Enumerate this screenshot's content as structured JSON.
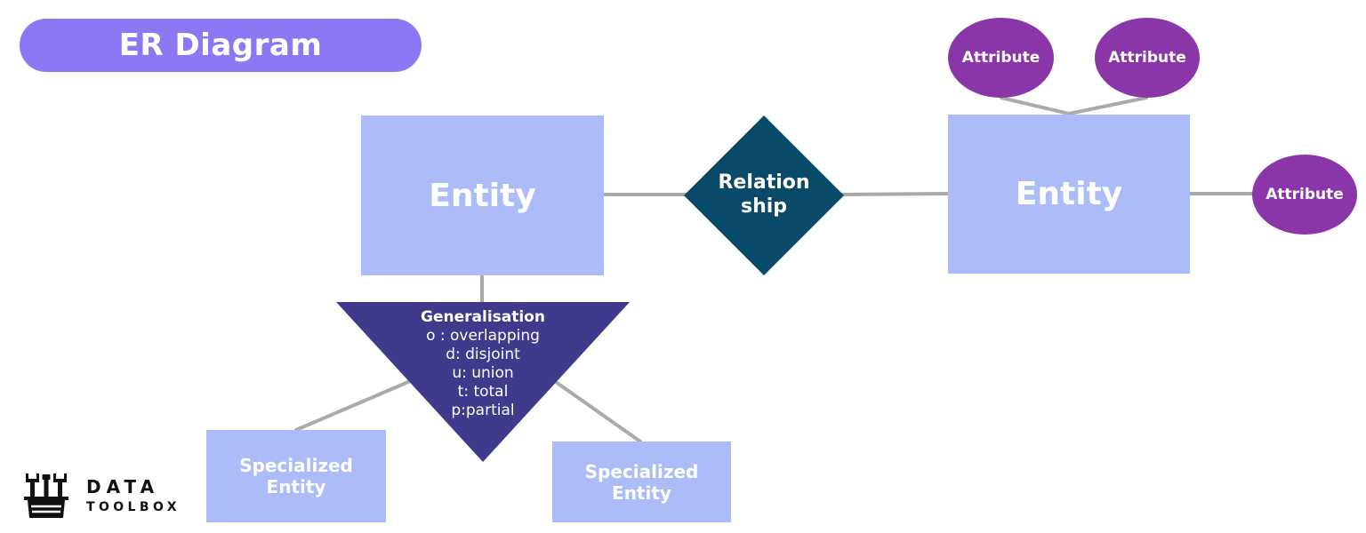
{
  "title": "ER Diagram",
  "colors": {
    "title_bg": "#8c78f5",
    "entity_fill": "#abbcf9",
    "relationship_fill": "#084a67",
    "attribute_fill": "#8a36a8",
    "generalisation_fill": "#403a8c",
    "connector": "#aaaaaa",
    "label_text": "#ffffff"
  },
  "entities": {
    "left": "Entity",
    "right": "Entity",
    "specialized_left": "Specialized Entity",
    "specialized_right": "Specialized Entity"
  },
  "relationship": {
    "line1": "Relation",
    "line2": "ship"
  },
  "attributes": [
    "Attribute",
    "Attribute",
    "Attribute"
  ],
  "generalisation": {
    "title": "Generalisation",
    "lines": [
      "o : overlapping",
      "d: disjoint",
      "u: union",
      "t: total",
      "p:partial"
    ]
  },
  "logo": {
    "word1": "DATA",
    "word2": "TOOLBOX",
    "icon": "toolbox-icon"
  }
}
